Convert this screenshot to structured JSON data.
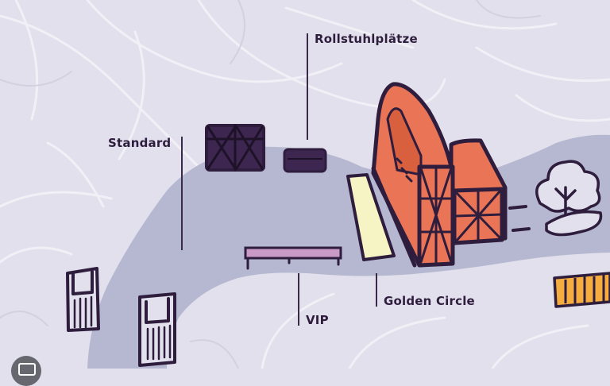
{
  "map": {
    "labels": {
      "rollstuhl": "Rollstuhlplätze",
      "standard": "Standard",
      "vip": "VIP",
      "golden_circle": "Golden Circle"
    }
  },
  "colors": {
    "background": "#e1e0ec",
    "field": "#b5b8d0",
    "stage": "#ea7456",
    "outline": "#2f1d3e",
    "golden_circle_area": "#f6f3c4",
    "vip_area": "#c99ac6",
    "accent_yellow": "#f5ad3f"
  },
  "icons": {
    "tree": "tree-icon",
    "camera": "camera-icon"
  }
}
